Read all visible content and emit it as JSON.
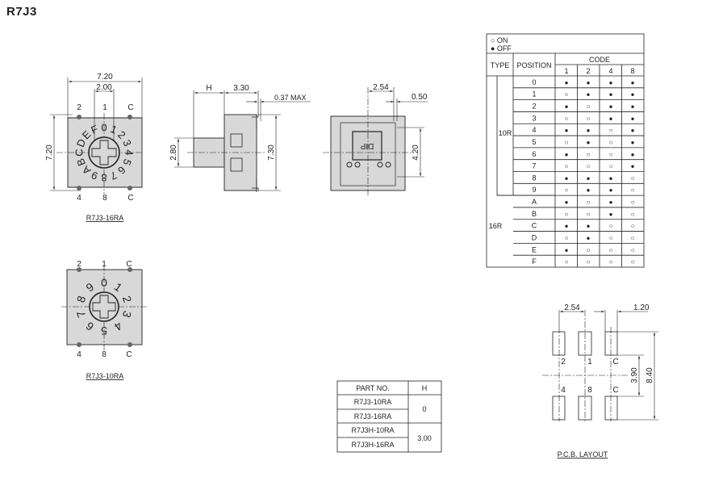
{
  "title": "R7J3",
  "drawing_16ra": {
    "caption": "R7J3-16RA",
    "dim_width": "7.20",
    "dim_pitch": "2.00",
    "dim_height": "7.20",
    "pins_top": [
      "2",
      "1",
      "C"
    ],
    "pins_bottom": [
      "4",
      "8",
      "C"
    ],
    "dial": [
      "0",
      "1",
      "2",
      "3",
      "4",
      "5",
      "6",
      "7",
      "8",
      "9",
      "A",
      "B",
      "C",
      "D",
      "E",
      "F"
    ]
  },
  "drawing_side": {
    "dim_h": "H",
    "dim_body": "3.30",
    "dim_max": "0.37  MAX",
    "dim_shaft": "2.80",
    "dim_height": "7.30"
  },
  "drawing_back": {
    "dim_pitch": "2.54",
    "dim_lead": "0.50",
    "dim_span": "4.20",
    "marking": "DIP"
  },
  "drawing_10ra": {
    "caption": "R7J3-10RA",
    "pins_top": [
      "2",
      "1",
      "C"
    ],
    "pins_bottom": [
      "4",
      "8",
      "C"
    ],
    "dial": [
      "0",
      "1",
      "2",
      "3",
      "4",
      "5",
      "6",
      "7",
      "8",
      "9"
    ]
  },
  "code_table": {
    "legend_on": "○ ON",
    "legend_off": "● OFF",
    "h_type": "TYPE",
    "h_position": "POSITION",
    "h_code": "CODE",
    "code_cols": [
      "1",
      "2",
      "4",
      "8"
    ],
    "type_10r": "10R",
    "type_16r": "16R",
    "rows": [
      {
        "pos": "0",
        "c": [
          "●",
          "●",
          "●",
          "●"
        ]
      },
      {
        "pos": "1",
        "c": [
          "○",
          "●",
          "●",
          "●"
        ]
      },
      {
        "pos": "2",
        "c": [
          "●",
          "○",
          "●",
          "●"
        ]
      },
      {
        "pos": "3",
        "c": [
          "○",
          "○",
          "●",
          "●"
        ]
      },
      {
        "pos": "4",
        "c": [
          "●",
          "●",
          "○",
          "●"
        ]
      },
      {
        "pos": "5",
        "c": [
          "○",
          "●",
          "○",
          "●"
        ]
      },
      {
        "pos": "6",
        "c": [
          "●",
          "○",
          "○",
          "●"
        ]
      },
      {
        "pos": "7",
        "c": [
          "○",
          "○",
          "○",
          "●"
        ]
      },
      {
        "pos": "8",
        "c": [
          "●",
          "●",
          "●",
          "○"
        ]
      },
      {
        "pos": "9",
        "c": [
          "○",
          "●",
          "●",
          "○"
        ]
      },
      {
        "pos": "A",
        "c": [
          "●",
          "○",
          "●",
          "○"
        ]
      },
      {
        "pos": "B",
        "c": [
          "○",
          "○",
          "●",
          "○"
        ]
      },
      {
        "pos": "C",
        "c": [
          "●",
          "●",
          "○",
          "○"
        ]
      },
      {
        "pos": "D",
        "c": [
          "○",
          "●",
          "○",
          "○"
        ]
      },
      {
        "pos": "E",
        "c": [
          "●",
          "○",
          "○",
          "○"
        ]
      },
      {
        "pos": "F",
        "c": [
          "○",
          "○",
          "○",
          "○"
        ]
      }
    ]
  },
  "part_table": {
    "h_part": "PART NO.",
    "h_h": "H",
    "parts": [
      "R7J3-10RA",
      "R7J3-16RA",
      "R7J3H-10RA",
      "R7J3H-16RA"
    ],
    "h_values": [
      "0",
      "3.00"
    ]
  },
  "pcb": {
    "caption": "P.C.B.  LAYOUT",
    "dim_pitch": "2.54",
    "dim_pad": "1.20",
    "dim_inner": "3.90",
    "dim_outer": "8.40",
    "pins_top": [
      "2",
      "1",
      "C"
    ],
    "pins_bottom": [
      "4",
      "8",
      "C"
    ]
  }
}
